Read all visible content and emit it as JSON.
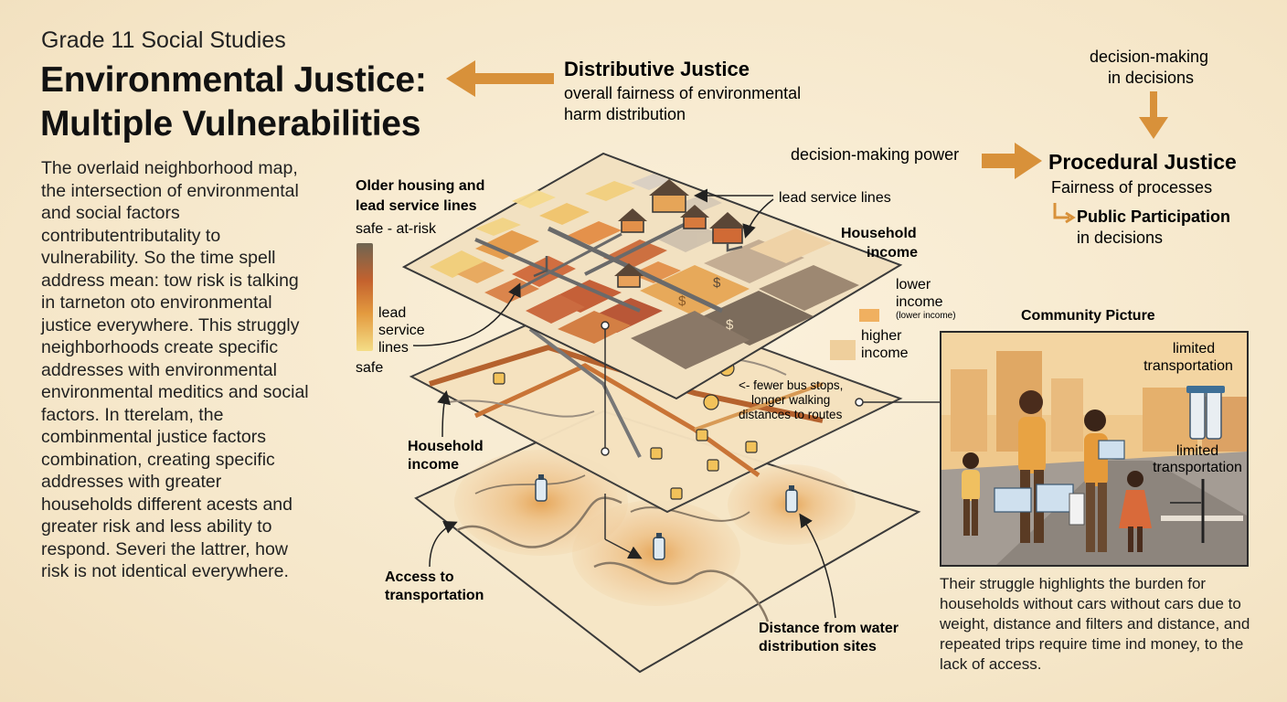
{
  "header": {
    "subtitle": "Grade 11 Social Studies",
    "title_line1": "Environmental Justice:",
    "title_line2": "Multiple Vulnerabilities"
  },
  "intro_text": "The overlaid neighborhood map, the intersection of environmental and social factors contributentributality to vulnerability. So the time spell address mean: tow risk is talking in tarneton oto environmental justice everywhere. This struggly neighborhoods create specific addresses with environmental environmental meditics and social factors. In tterelam, the combinmental justice factors combination, creating specific addresses with greater households different acests and greater risk and less ability to respond. Severi the lattrer, how risk is not identical everywhere.",
  "distributive": {
    "title": "Distributive Justice",
    "desc_line1": "overall fairness of environmental",
    "desc_line2": "harm distribution"
  },
  "procedural": {
    "top_line1": "decision-making",
    "top_line2": "in decisions",
    "power_label": "decision-making power",
    "title": "Procedural Justice",
    "desc": "Fairness of processes",
    "participation_line1": "Public Participation",
    "participation_line2": "in decisions"
  },
  "map_labels": {
    "older_housing_line1": "Older housing and",
    "older_housing_line2": "lead service lines",
    "scale_top": "safe - at-risk",
    "scale_bottom": "safe",
    "lead_line1": "lead",
    "lead_line2": "service",
    "lead_line3": "lines",
    "lead_service_lines": "lead service lines",
    "income_title_line1": "Household",
    "income_title_line2": "income",
    "lower_line1": "lower",
    "lower_line2": "income",
    "lower_note": "(lower income)",
    "higher_line1": "higher",
    "higher_line2": "income",
    "bus_line1": "<- fewer bus stops,",
    "bus_line2": "longer walking",
    "bus_line3": "distances to routes",
    "income_mid_line1": "Household",
    "income_mid_line2": "income",
    "access_line1": "Access to",
    "access_line2": "transportation",
    "water_line1": "Distance from water",
    "water_line2": "distribution sites",
    "dollar": "$"
  },
  "community": {
    "title": "Community Picture",
    "limited1_line1": "limited",
    "limited1_line2": "transportation",
    "limited2_line1": "limited",
    "limited2_line2": "transportation",
    "caption": "Their struggle highlights the burden for households without cars without cars due to weight, distance and filters and distance, and repeated trips require time ind money, to the lack of access."
  },
  "colors": {
    "accent_orange": "#d8913a",
    "risk_high": "#b8552e",
    "risk_low": "#f3d27a",
    "background": "#f6ead0"
  }
}
